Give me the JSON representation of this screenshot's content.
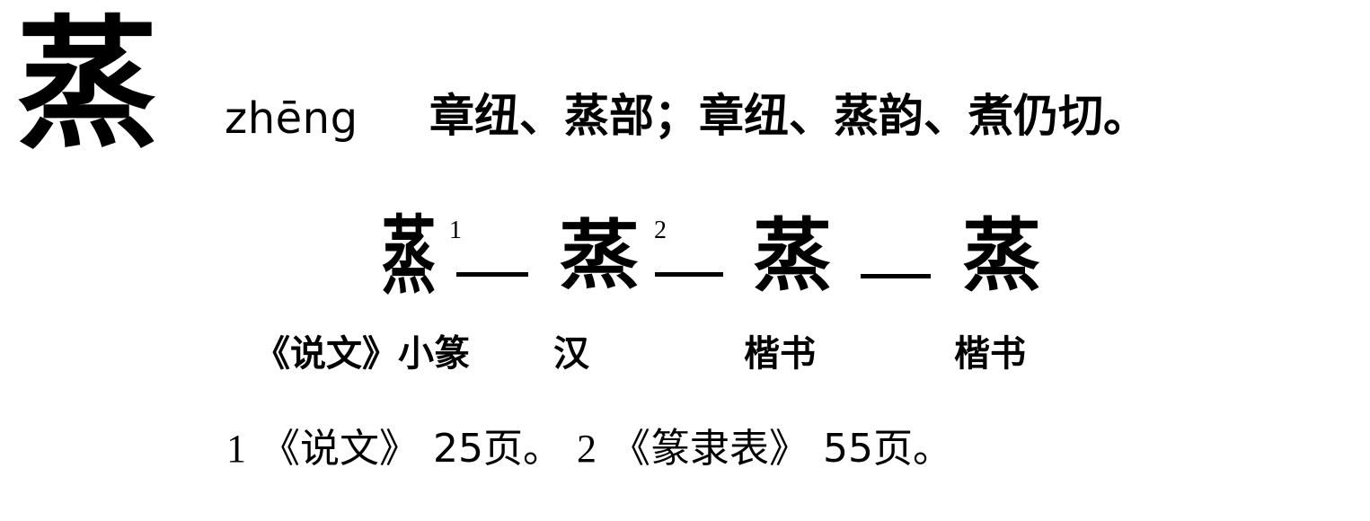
{
  "entry": {
    "headword": "蒸",
    "pinyin": "zhēng",
    "phonology": "章纽、蒸部；章纽、蒸韵、煮仍切。"
  },
  "evolution": {
    "connector": "—",
    "stages": [
      {
        "glyph": "蒸",
        "style": "seal",
        "superscript": "1",
        "caption": "《说文》小篆"
      },
      {
        "glyph": "蒸",
        "style": "clerical",
        "superscript": "2",
        "caption": "汉"
      },
      {
        "glyph": "蒸",
        "style": "regular",
        "superscript": "",
        "caption": "楷书"
      },
      {
        "glyph": "蒸",
        "style": "regular",
        "superscript": "",
        "caption": "楷书"
      }
    ]
  },
  "footnotes": [
    {
      "num": "1",
      "source": "《说文》",
      "page": "25页。"
    },
    {
      "num": "2",
      "source": "《篆隶表》",
      "page": "55页。"
    }
  ]
}
